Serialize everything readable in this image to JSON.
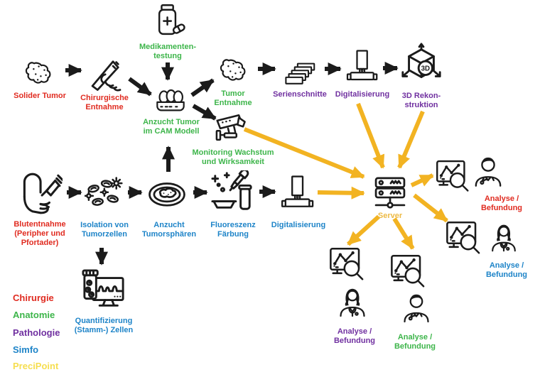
{
  "colors": {
    "chirurgie": "#E02B20",
    "anatomie": "#3DB54A",
    "pathologie": "#7030A0",
    "simfo": "#1E84C8",
    "precipoint": "#F6DE4F",
    "server": "#EDBA45",
    "arrow_yellow": "#F2B322",
    "line_black": "#1B1B1B"
  },
  "nodes": {
    "solider_tumor": {
      "label": "Solider Tumor",
      "icon": "tumor-icon",
      "color": "chirurgie"
    },
    "chirurgische_entnahme": {
      "label": "Chirurgische Entnahme",
      "icon": "scalpel-hand-icon",
      "color": "chirurgie"
    },
    "medikamententestung": {
      "label": "Medikamenten-testung",
      "icon": "pill-bottle-icon",
      "color": "anatomie"
    },
    "anzucht_cam": {
      "label": "Anzucht Tumor im CAM Modell",
      "icon": "egg-carton-icon",
      "color": "anatomie"
    },
    "tumor_entnahme": {
      "label": "Tumor Entnahme",
      "icon": "tumor-icon",
      "color": "anatomie"
    },
    "serienschnitte": {
      "label": "Serienschnitte",
      "icon": "slide-stack-icon",
      "color": "pathologie"
    },
    "digitalisierung_top": {
      "label": "Digitalisierung",
      "icon": "slide-scanner-icon",
      "color": "pathologie"
    },
    "rekonstruktion_3d": {
      "label": "3D Rekon-struktion",
      "icon": "cube-3d-icon",
      "color": "pathologie"
    },
    "monitoring": {
      "label": "Monitoring Wachstum und Wirksamkeit",
      "icon": "surveillance-camera-icon",
      "color": "anatomie"
    },
    "blutentnahme": {
      "label": "Blutentnahme (Peripher und Pfortader)",
      "icon": "arm-syringe-icon",
      "color": "chirurgie"
    },
    "isolation": {
      "label": "Isolation von Tumorzellen",
      "icon": "tumor-cells-icon",
      "color": "simfo"
    },
    "quantifizierung": {
      "label": "Quantifizierung (Stamm-) Zellen",
      "icon": "cell-counter-monitor-icon",
      "color": "simfo"
    },
    "anzucht_sphaeren": {
      "label": "Anzucht Tumorsphären",
      "icon": "petri-dish-icon",
      "color": "simfo"
    },
    "fluoreszenz": {
      "label": "Fluoreszenz Färbung",
      "icon": "pipette-staining-icon",
      "color": "simfo"
    },
    "digitalisierung_bottom": {
      "label": "Digitalisierung",
      "icon": "slide-scanner-icon",
      "color": "simfo"
    },
    "server": {
      "label": "Server",
      "icon": "server-rack-icon",
      "color": "server"
    }
  },
  "analysis": [
    {
      "label": "Analyse / Befundung",
      "color": "chirurgie",
      "icons": [
        "monitor-chart-magnifier-icon",
        "male-doctor-icon"
      ]
    },
    {
      "label": "Analyse / Befundung",
      "color": "simfo",
      "icons": [
        "monitor-chart-magnifier-icon",
        "female-doctor-icon"
      ]
    },
    {
      "label": "Analyse / Befundung",
      "color": "pathologie",
      "icons": [
        "monitor-chart-magnifier-icon",
        "female-doctor-icon"
      ]
    },
    {
      "label": "Analyse / Befundung",
      "color": "anatomie",
      "icons": [
        "monitor-chart-magnifier-icon",
        "male-doctor-icon"
      ]
    }
  ],
  "legend": {
    "items": [
      {
        "label": "Chirurgie",
        "color": "chirurgie"
      },
      {
        "label": "Anatomie",
        "color": "anatomie"
      },
      {
        "label": "Pathologie",
        "color": "pathologie"
      },
      {
        "label": "Simfo",
        "color": "simfo"
      },
      {
        "label": "PreciPoint",
        "color": "precipoint"
      }
    ]
  },
  "icons": {
    "cube3d_label": "3D"
  },
  "edges": [
    {
      "from": "solider_tumor",
      "to": "chirurgische_entnahme",
      "style": "black"
    },
    {
      "from": "chirurgische_entnahme",
      "to": "anzucht_cam",
      "style": "black"
    },
    {
      "from": "medikamententestung",
      "to": "anzucht_cam",
      "style": "black"
    },
    {
      "from": "anzucht_cam",
      "to": "tumor_entnahme",
      "style": "black"
    },
    {
      "from": "anzucht_cam",
      "to": "monitoring",
      "style": "black"
    },
    {
      "from": "tumor_entnahme",
      "to": "serienschnitte",
      "style": "black"
    },
    {
      "from": "serienschnitte",
      "to": "digitalisierung_top",
      "style": "black"
    },
    {
      "from": "digitalisierung_top",
      "to": "rekonstruktion_3d",
      "style": "black"
    },
    {
      "from": "blutentnahme",
      "to": "isolation",
      "style": "black"
    },
    {
      "from": "isolation",
      "to": "anzucht_sphaeren",
      "style": "black"
    },
    {
      "from": "isolation",
      "to": "quantifizierung",
      "style": "black"
    },
    {
      "from": "anzucht_sphaeren",
      "to": "anzucht_cam",
      "style": "black"
    },
    {
      "from": "anzucht_sphaeren",
      "to": "fluoreszenz",
      "style": "black"
    },
    {
      "from": "fluoreszenz",
      "to": "digitalisierung_bottom",
      "style": "black"
    },
    {
      "from": "digitalisierung_bottom",
      "to": "server",
      "style": "yellow"
    },
    {
      "from": "monitoring",
      "to": "server",
      "style": "yellow"
    },
    {
      "from": "digitalisierung_top",
      "to": "server",
      "style": "yellow"
    },
    {
      "from": "rekonstruktion_3d",
      "to": "server",
      "style": "yellow"
    },
    {
      "from": "server",
      "to": "analysis.0",
      "style": "yellow"
    },
    {
      "from": "server",
      "to": "analysis.1",
      "style": "yellow"
    },
    {
      "from": "server",
      "to": "analysis.2",
      "style": "yellow"
    },
    {
      "from": "server",
      "to": "analysis.3",
      "style": "yellow"
    }
  ]
}
